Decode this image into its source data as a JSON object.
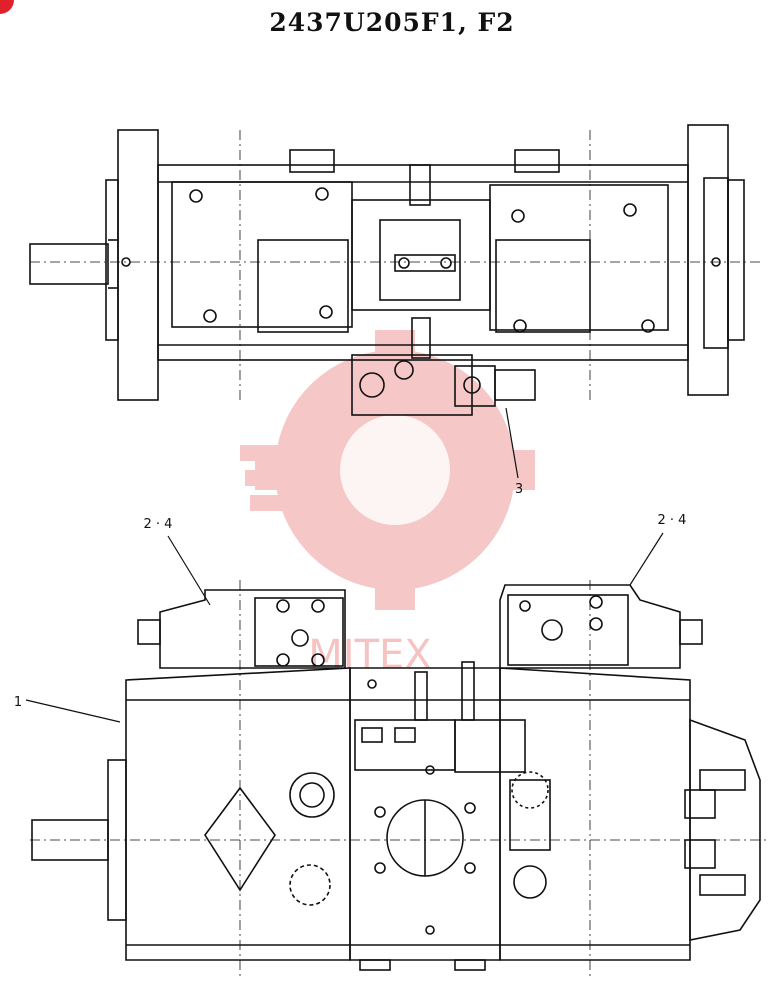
{
  "title": "2437U205F1, F2",
  "callouts": {
    "c1": "1",
    "c2": "2 · 4",
    "c3": "2 · 4",
    "c4": "3"
  },
  "watermark": {
    "text": "MITEX",
    "color": "#e23b3b"
  },
  "colors": {
    "ink": "#111111",
    "brand_corner": "#e0202a"
  }
}
